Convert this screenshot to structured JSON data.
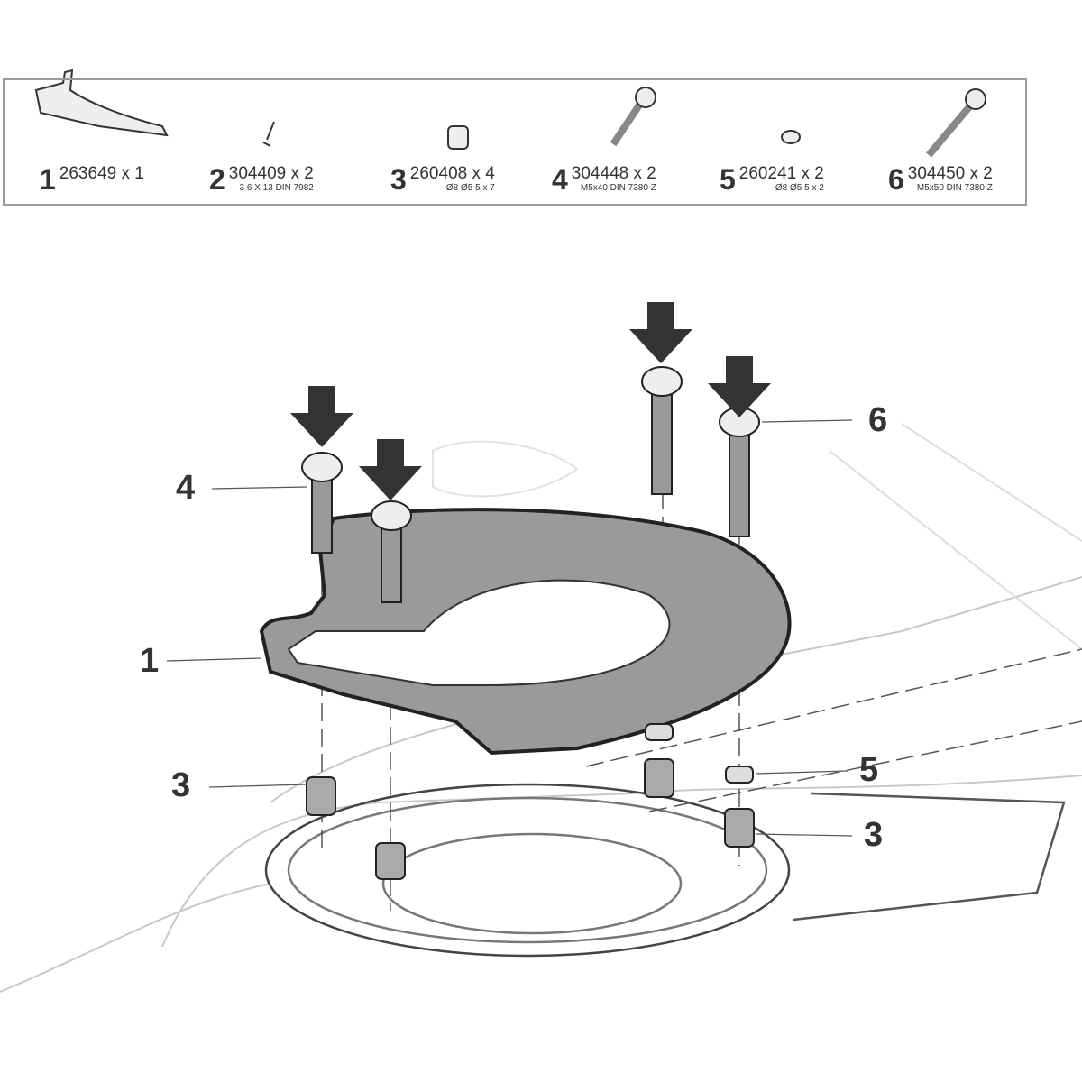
{
  "parts": [
    {
      "number": "1",
      "code": "263649 x 1",
      "spec": ""
    },
    {
      "number": "2",
      "code": "304409 x 2",
      "spec": "3 6 X 13 DIN 7982"
    },
    {
      "number": "3",
      "code": "260408 x 4",
      "spec": "Ø8 Ø5 5 x 7"
    },
    {
      "number": "4",
      "code": "304448 x 2",
      "spec": "M5x40 DIN 7380 Z"
    },
    {
      "number": "5",
      "code": "260241 x 2",
      "spec": "Ø8 Ø5 5 x 2"
    },
    {
      "number": "6",
      "code": "304450 x 2",
      "spec": "M5x50 DIN 7380 Z"
    }
  ],
  "callouts": {
    "c4": "4",
    "c1": "1",
    "c3a": "3",
    "c6": "6",
    "c5": "5",
    "c3b": "3"
  }
}
